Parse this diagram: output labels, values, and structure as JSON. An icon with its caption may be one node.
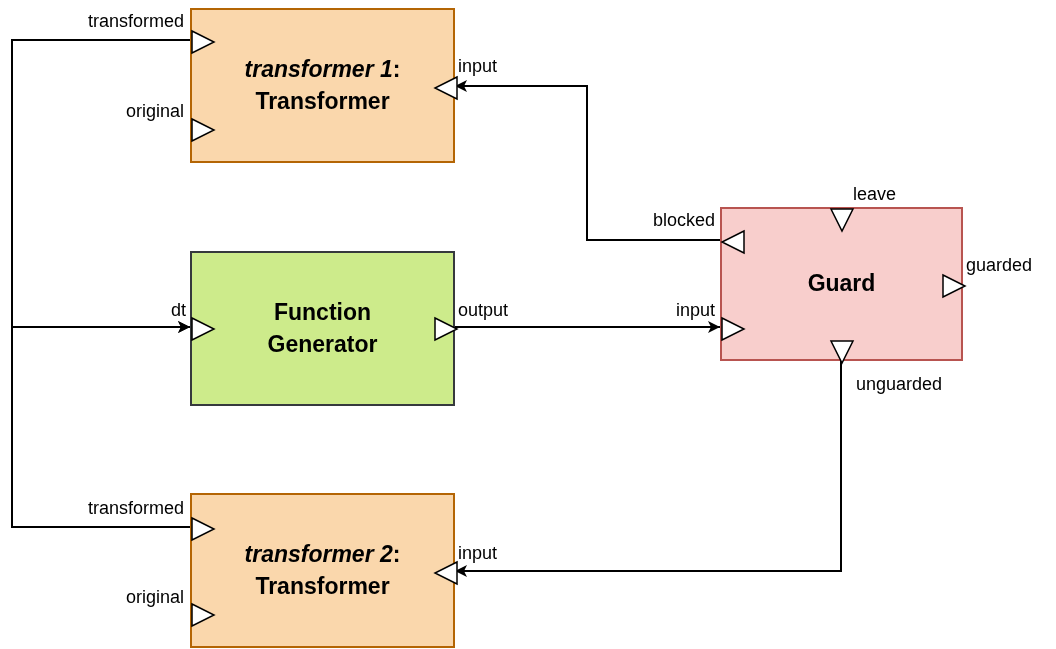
{
  "diagram": {
    "nodes": [
      {
        "text": [
          "*transformer 1*: Transformer"
        ]
      },
      {
        "text": [],
        "shape": "triangle",
        "beside": [
          "transformed"
        ],
        "in": 0
      },
      {
        "text": [],
        "shape": "triangle",
        "beside": [
          "original"
        ],
        "in": 0
      },
      {
        "text": [],
        "shape": "triangle",
        "beside": [
          "input"
        ],
        "in": 0
      },
      {
        "text": [
          "Guard"
        ]
      },
      {
        "text": [],
        "shape": "triangle",
        "beside": [
          "leave"
        ],
        "in": 4
      },
      {
        "text": [],
        "shape": "triangle",
        "beside": [
          "blocked"
        ],
        "in": 4
      },
      {
        "text": [],
        "shape": "triangle",
        "beside": [
          "guarded"
        ],
        "in": 4
      },
      {
        "text": [],
        "shape": "triangle",
        "beside": [
          "input"
        ],
        "in": 4
      },
      {
        "text": [],
        "shape": "triangle",
        "beside": [
          "unguarded"
        ],
        "in": 4
      },
      {
        "text": [
          "Function Generator"
        ]
      },
      {
        "text": [],
        "shape": "triangle",
        "beside": [
          "dt"
        ],
        "in": 10
      },
      {
        "text": [],
        "shape": "triangle",
        "beside": [
          "output"
        ],
        "in": 10
      },
      {
        "text": [
          "*transformer 2*: Transformer"
        ]
      },
      {
        "text": [],
        "shape": "triangle",
        "beside": [
          "transformed"
        ],
        "in": 13
      },
      {
        "text": [],
        "shape": "triangle",
        "beside": [
          "original"
        ],
        "in": 13
      },
      {
        "text": [],
        "shape": "triangle",
        "beside": [
          "input"
        ],
        "in": 13
      }
    ],
    "edges": [
      {
        "from": 1,
        "to": 11,
        "arrow": "to"
      },
      {
        "from": 14,
        "to": 11,
        "arrow": "to"
      },
      {
        "from": 6,
        "to": 3,
        "arrow": "to"
      },
      {
        "from": 12,
        "to": 8,
        "arrow": "to"
      },
      {
        "from": 9,
        "to": 16,
        "arrow": "to"
      }
    ]
  }
}
